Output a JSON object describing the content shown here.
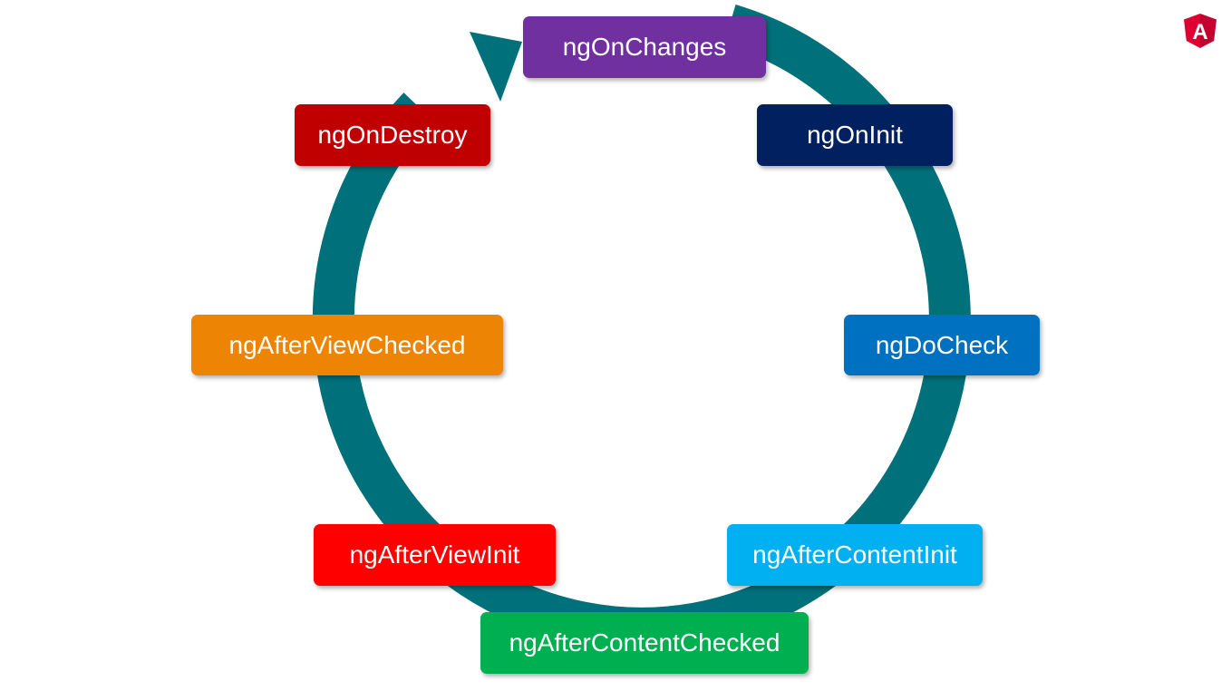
{
  "hooks": [
    {
      "label": "ngOnChanges",
      "color": "#7030A0"
    },
    {
      "label": "ngOnInit",
      "color": "#002060"
    },
    {
      "label": "ngDoCheck",
      "color": "#0070C0"
    },
    {
      "label": "ngAfterContentInit",
      "color": "#00B0F0"
    },
    {
      "label": "ngAfterContentChecked",
      "color": "#00B050"
    },
    {
      "label": "ngAfterViewInit",
      "color": "#FF0000"
    },
    {
      "label": "ngAfterViewChecked",
      "color": "#ED8404"
    },
    {
      "label": "ngOnDestroy",
      "color": "#C00000"
    }
  ],
  "cycle_color": "#00707A",
  "logo": {
    "icon": "angular-logo-icon",
    "letter": "A",
    "color": "#DD0031"
  }
}
